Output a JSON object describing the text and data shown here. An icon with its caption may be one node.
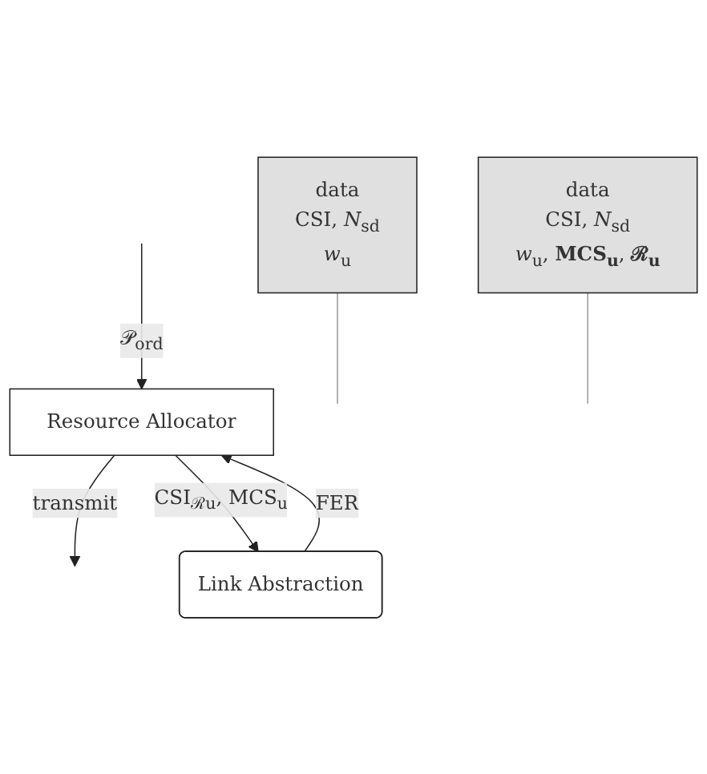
{
  "diagram": {
    "nodes": [
      {
        "text": [
          "Resource Allocator"
        ]
      },
      {
        "text": [
          "Link Abstraction"
        ]
      },
      {
        "text": [
          "data",
          "CSI, *N*$_{sd}$",
          "*w*$_{u}$"
        ]
      },
      {
        "text": [
          "data",
          "CSI, *N*$_{sd}$",
          "*w*$_{u}$, **MCS$_{u}$**, **ℛ$_{u}$**"
        ]
      }
    ],
    "edges": [
      {
        "from": null,
        "to": 0,
        "arrow": "to",
        "label": "𝒫$_{ord}$"
      },
      {
        "from": 0,
        "to": null,
        "arrow": "to",
        "label": "transmit"
      },
      {
        "from": 0,
        "to": 1,
        "arrow": "to",
        "label": "CSI$_{ℛu}$, MCS$_{u}$"
      },
      {
        "from": 1,
        "to": 0,
        "arrow": "to",
        "label": "FER"
      },
      {
        "from": 2,
        "to": null,
        "arrow": "none",
        "color": "#999999"
      },
      {
        "from": 3,
        "to": null,
        "arrow": "none",
        "color": "#999999"
      }
    ]
  }
}
